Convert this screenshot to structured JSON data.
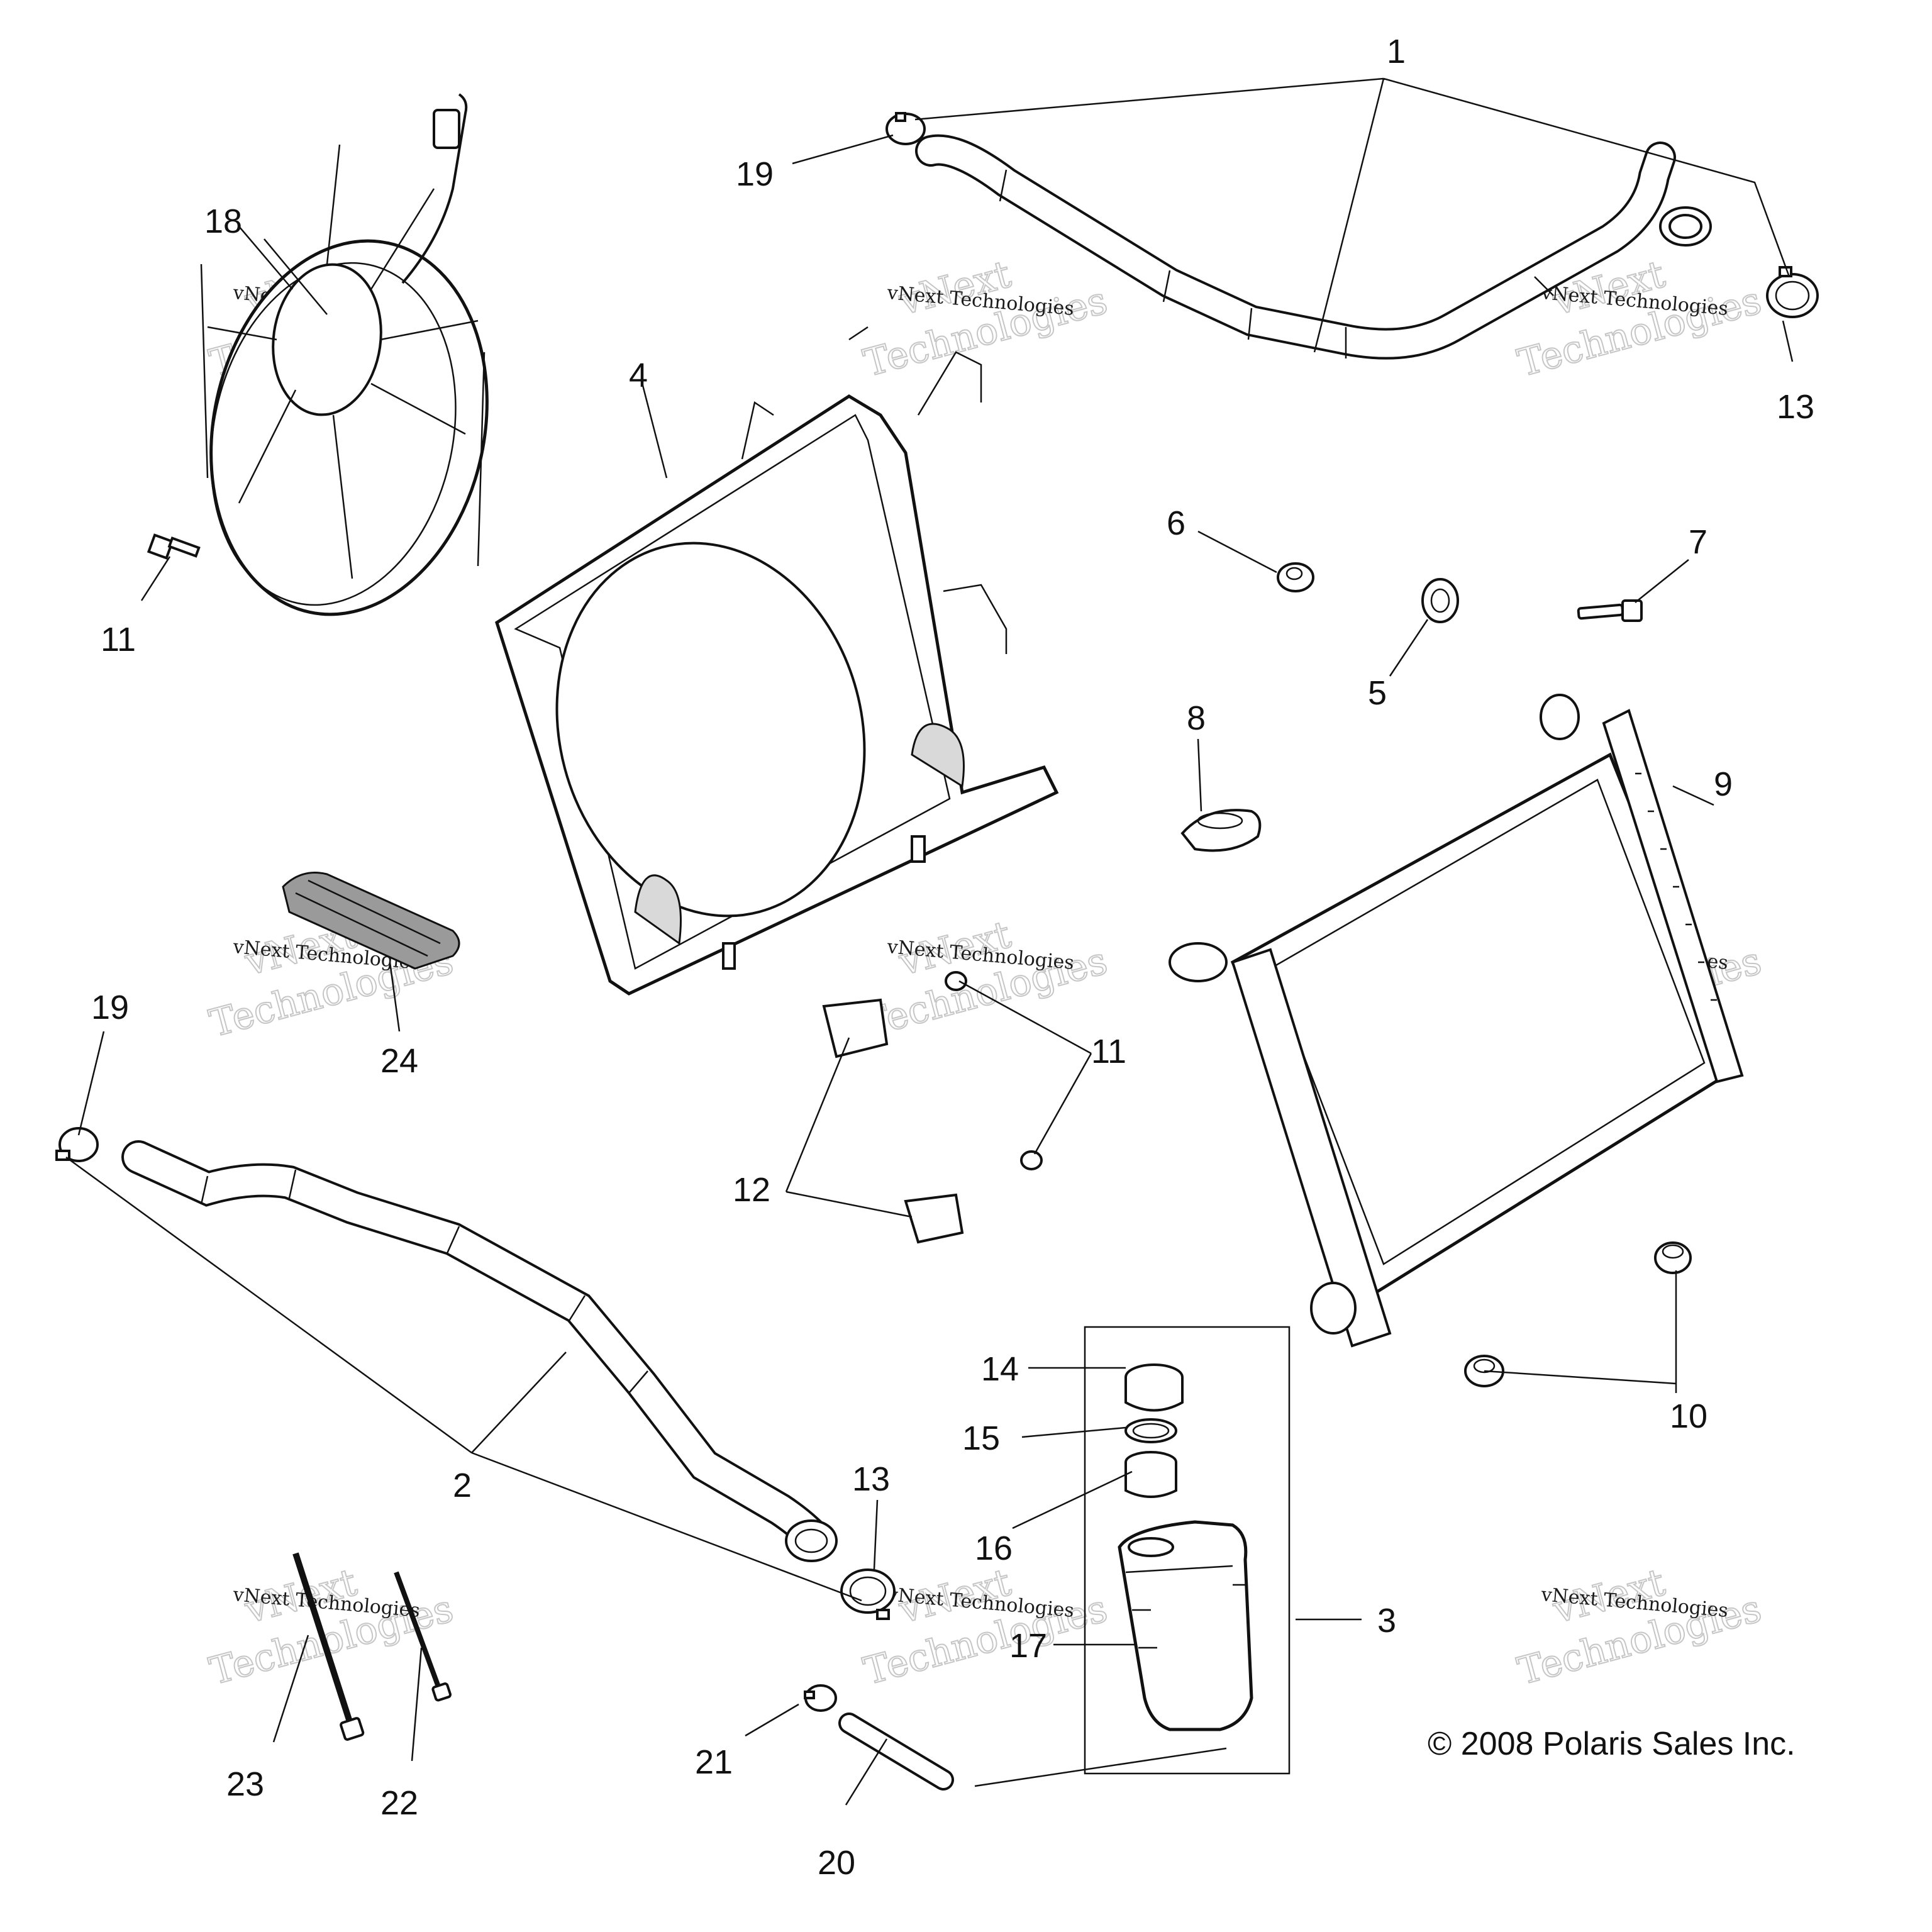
{
  "diagram": {
    "callouts": {
      "c1": "1",
      "c2": "2",
      "c3": "3",
      "c4": "4",
      "c5": "5",
      "c6": "6",
      "c7": "7",
      "c8": "8",
      "c9": "9",
      "c10": "10",
      "c11a": "11",
      "c11b": "11",
      "c12": "12",
      "c13a": "13",
      "c13b": "13",
      "c14": "14",
      "c15": "15",
      "c16": "16",
      "c17": "17",
      "c18": "18",
      "c19a": "19",
      "c19b": "19",
      "c20": "20",
      "c21": "21",
      "c22": "22",
      "c23": "23",
      "c24": "24"
    },
    "copyright": "© 2008 Polaris Sales Inc.",
    "watermark": {
      "line1": "vNext Technologies",
      "outline1": "vNext",
      "outline2": "Technologies"
    }
  }
}
